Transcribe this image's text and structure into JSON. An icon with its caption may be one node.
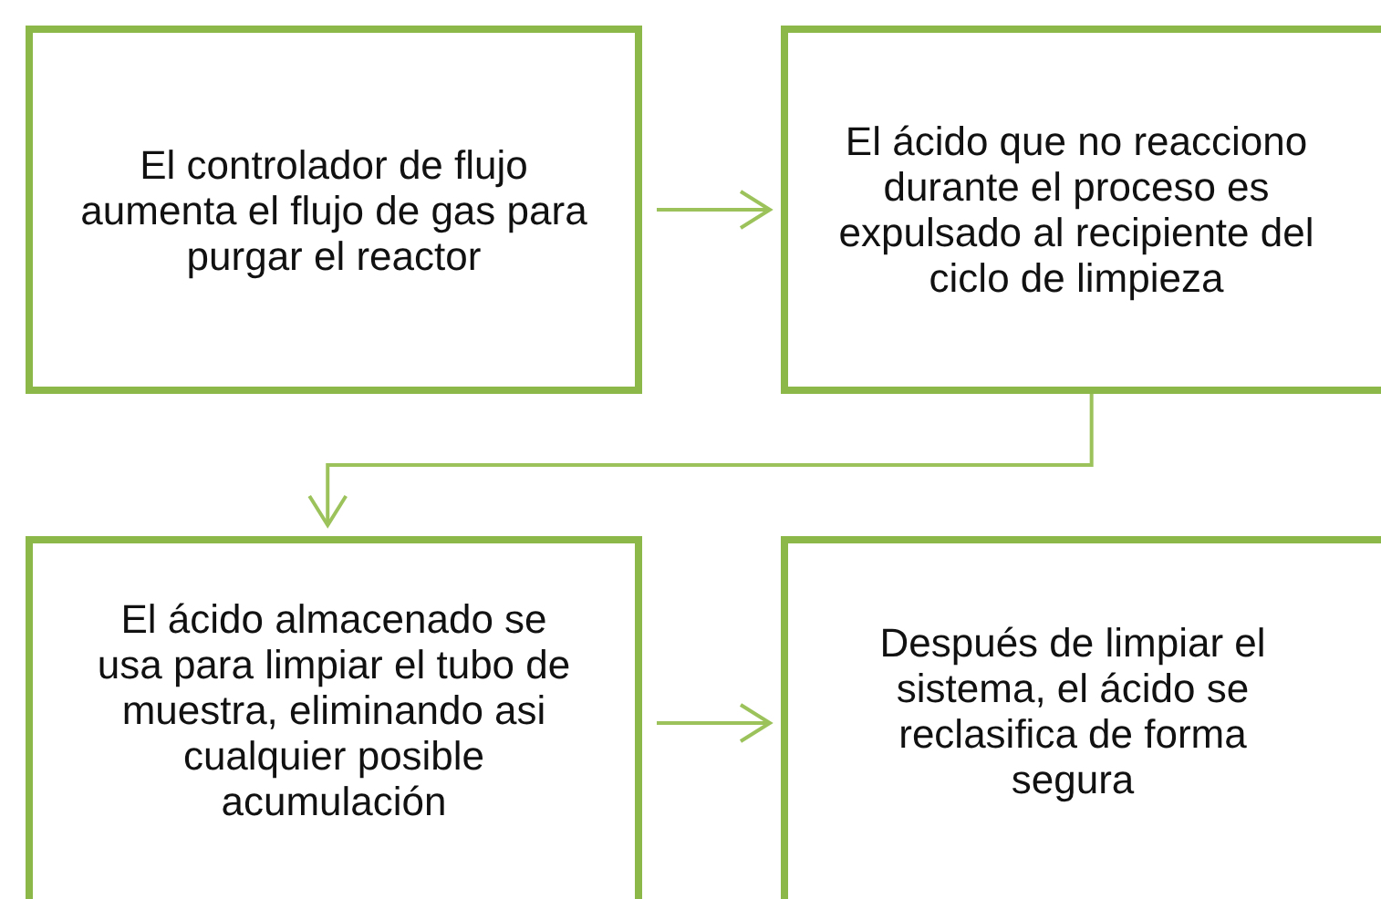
{
  "diagram": {
    "nodes": [
      {
        "text": [
          "El controlador de flujo aumenta el flujo de gas para purgar el reactor"
        ]
      },
      {
        "text": [
          "El ácido que no reacciono durante el proceso es expulsado al recipiente del ciclo de limpieza"
        ]
      },
      {
        "text": [
          "El ácido almacenado se usa para limpiar el tubo de muestra, eliminando asi cualquier posible acumulación"
        ]
      },
      {
        "text": [
          "Después de limpiar el sistema, el ácido se reclasifica de forma segura"
        ]
      }
    ],
    "edges": [
      {
        "from": 0,
        "to": 1,
        "arrow": "to"
      },
      {
        "from": 1,
        "to": 2,
        "arrow": "to"
      },
      {
        "from": 2,
        "to": 3,
        "arrow": "to"
      }
    ]
  }
}
